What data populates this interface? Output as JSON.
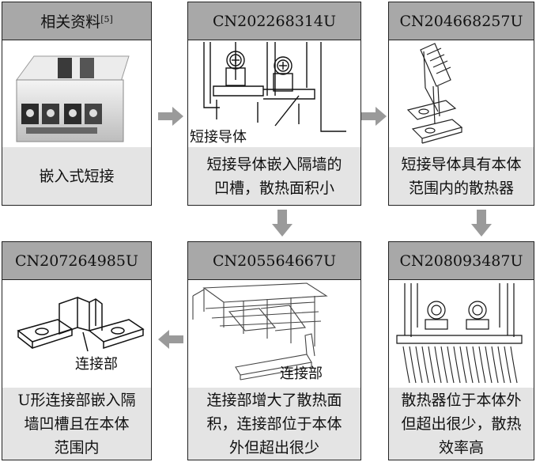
{
  "boxes": {
    "b1": {
      "title": "相关资料",
      "sup": "[5]",
      "caption": [
        "嵌入式短接"
      ]
    },
    "b2": {
      "title": "CN202268314U",
      "label": "短接导体",
      "caption": [
        "短接导体嵌入隔墙的",
        "凹槽，散热面积小"
      ]
    },
    "b3": {
      "title": "CN204668257U",
      "caption": [
        "短接导体具有本体",
        "范围内的散热器"
      ]
    },
    "b4": {
      "title": "CN208093487U",
      "caption": [
        "散热器位于本体外",
        "但超出很少，散热",
        "效率高"
      ]
    },
    "b5": {
      "title": "CN205564667U",
      "label": "连接部",
      "caption": [
        "连接部增大了散热面",
        "积，连接部位于本体",
        "外但超出很少"
      ]
    },
    "b6": {
      "title": "CN207264985U",
      "label": "连接部",
      "caption": [
        "U形连接部嵌入隔",
        "墙凹槽且在本体",
        "范围内"
      ]
    }
  },
  "colors": {
    "header": "#a8a8a8",
    "caption": "#e4e4e4",
    "arrow": "#9a9a9a",
    "border": "#222222"
  }
}
